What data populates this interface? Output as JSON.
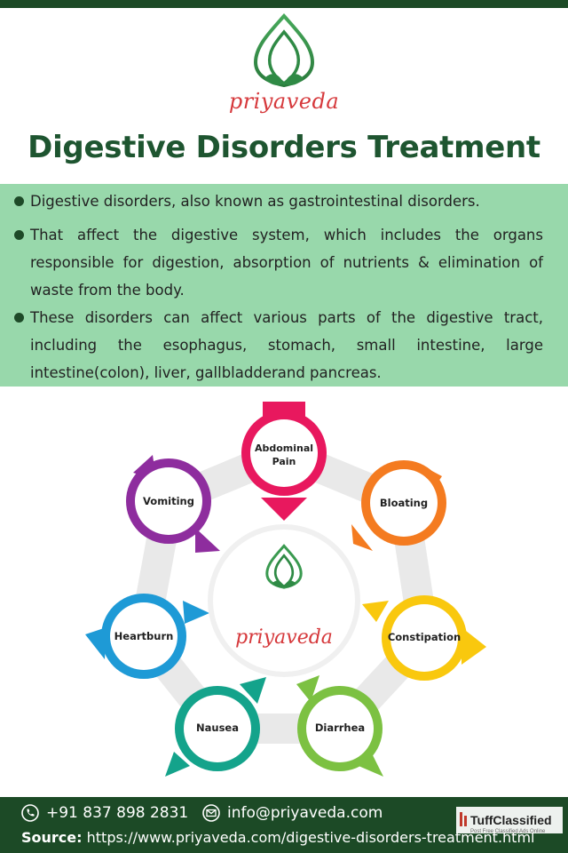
{
  "brand": {
    "name": "priyaveda"
  },
  "title": "Digestive Disorders Treatment",
  "bullets": [
    "Digestive disorders, also known as gastrointestinal disorders.",
    "That affect the digestive system, which includes the organs responsible for digestion, absorption of nutrients & elimination of waste from the body.",
    "These disorders can affect various parts of the digestive tract, including the esophagus, stomach, small intestine, large intestine(colon), liver, gallbladderand pancreas."
  ],
  "symptoms": {
    "abdominal_pain": [
      "Abdominal",
      "Pain"
    ],
    "bloating": "Bloating",
    "constipation": "Constipation",
    "diarrhea": "Diarrhea",
    "nausea": "Nausea",
    "heartburn": "Heartburn",
    "vomiting": "Vomiting"
  },
  "center_brand": "priyaveda",
  "footer": {
    "phone": "+91 837 898 2831",
    "email": "info@priyaveda.com",
    "source_label": "Source:",
    "source_url": "https://www.priyaveda.com/digestive-disorders-treatment.html"
  },
  "watermark": {
    "brand": "TuffClassified",
    "tagline": "Post Free Classified Ads Online"
  },
  "colors": {
    "dark_green": "#1c4a26",
    "title_green": "#1e5530",
    "light_green": "#98d8ab",
    "brand_red": "#d6393c",
    "abdominal_pain": "#e8185e",
    "bloating": "#f47b20",
    "constipation": "#f9c80e",
    "diarrhea": "#7cc142",
    "nausea": "#14a38b",
    "heartburn": "#1e9ad6",
    "vomiting": "#8e2d9e"
  },
  "icons": [
    "lotus-logo-icon",
    "phone-icon",
    "email-icon"
  ]
}
